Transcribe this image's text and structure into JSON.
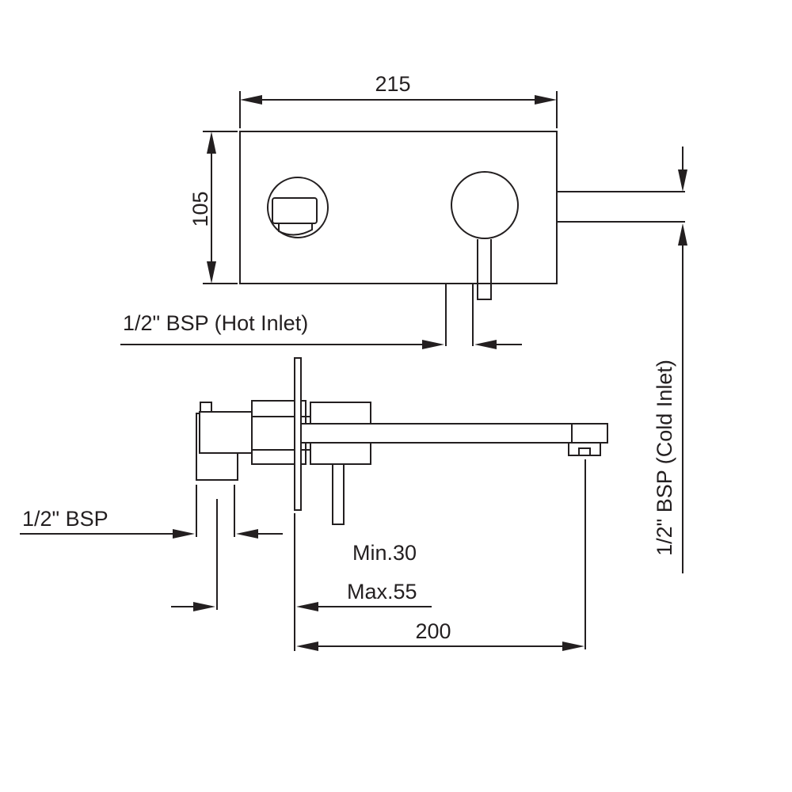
{
  "dimensions": {
    "plate_width": "215",
    "plate_height": "105",
    "spout_length": "200",
    "min_depth": "Min.30",
    "max_depth": "Max.55"
  },
  "labels": {
    "hot_inlet": "1/2\" BSP (Hot Inlet)",
    "cold_inlet": "1/2\" BSP (Cold Inlet)",
    "side_inlet": "1/2\" BSP"
  },
  "colors": {
    "line": "#231f20",
    "background": "#ffffff"
  }
}
